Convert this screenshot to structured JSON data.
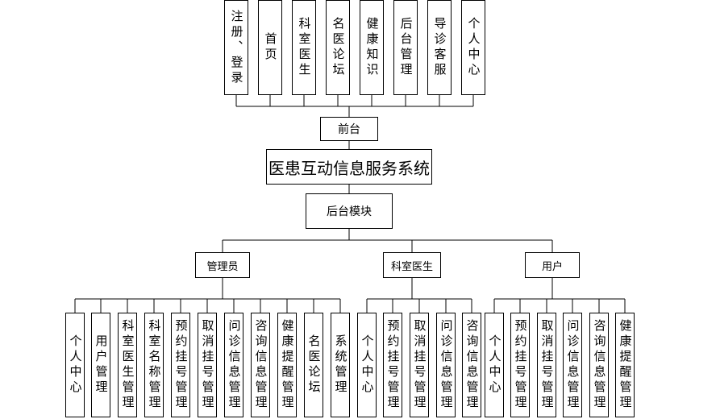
{
  "system": {
    "title": "医患互动信息服务系统"
  },
  "front": {
    "label": "前台",
    "modules": [
      "注册、登录",
      "首页",
      "科室医生",
      "名医论坛",
      "健康知识",
      "后台管理",
      "导诊客服",
      "个人中心"
    ]
  },
  "backend": {
    "label": "后台模块",
    "roles": [
      {
        "label": "管理员",
        "modules": [
          "个人中心",
          "用户管理",
          "科室医生管理",
          "科室名称管理",
          "预约挂号管理",
          "取消挂号管理",
          "问诊信息管理",
          "咨询信息管理",
          "健康提醒管理",
          "名医论坛",
          "系统管理"
        ]
      },
      {
        "label": "科室医生",
        "modules": [
          "个人中心",
          "预约挂号管理",
          "取消挂号管理",
          "问诊信息管理",
          "咨询信息管理"
        ]
      },
      {
        "label": "用户",
        "modules": [
          "个人中心",
          "预约挂号管理",
          "取消挂号管理",
          "问诊信息管理",
          "咨询信息管理",
          "健康提醒管理"
        ]
      }
    ]
  }
}
